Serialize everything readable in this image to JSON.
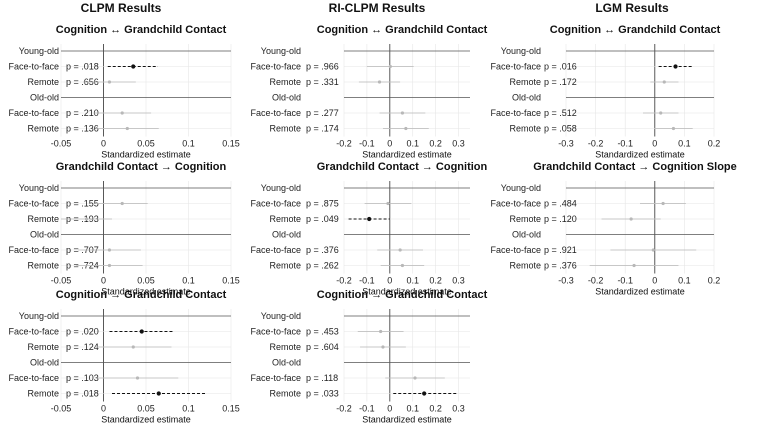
{
  "columns": [
    "CLPM Results",
    "RI-CLPM Results",
    "LGM Results"
  ],
  "chart_data": [
    {
      "type": "forest",
      "model": "CLPM",
      "title": "Cognition ↔ Grandchild Contact",
      "xlabel": "Standardized estimate",
      "xlim": [
        -0.05,
        0.15
      ],
      "ticks": [
        "-0.05",
        "0",
        "0.05",
        "0.1",
        "0.15"
      ],
      "rows": [
        {
          "group": "Young-old"
        },
        {
          "label": "Face-to-face",
          "p": "p = .018",
          "est": 0.035,
          "lo": 0.005,
          "hi": 0.064,
          "sig": true
        },
        {
          "label": "Remote",
          "p": "p = .656",
          "est": 0.007,
          "lo": -0.024,
          "hi": 0.038,
          "sig": false
        },
        {
          "group": "Old-old"
        },
        {
          "label": "Face-to-face",
          "p": "p = .210",
          "est": 0.022,
          "lo": -0.012,
          "hi": 0.056,
          "sig": false
        },
        {
          "label": "Remote",
          "p": "p = .136",
          "est": 0.028,
          "lo": -0.009,
          "hi": 0.065,
          "sig": false
        }
      ]
    },
    {
      "type": "forest",
      "model": "RI-CLPM",
      "title": "Cognition ↔ Grandchild Contact",
      "xlabel": "Standardized estimate",
      "xlim": [
        -0.2,
        0.35
      ],
      "ticks": [
        "-0.2",
        "-0.1",
        "0",
        "0.1",
        "0.2",
        "0.3"
      ],
      "rows": [
        {
          "group": "Young-old"
        },
        {
          "label": "Face-to-face",
          "p": "p = .966",
          "est": 0.002,
          "lo": -0.1,
          "hi": 0.104,
          "sig": false
        },
        {
          "label": "Remote",
          "p": "p = .331",
          "est": -0.045,
          "lo": -0.135,
          "hi": 0.045,
          "sig": false
        },
        {
          "group": "Old-old"
        },
        {
          "label": "Face-to-face",
          "p": "p = .277",
          "est": 0.055,
          "lo": -0.045,
          "hi": 0.155,
          "sig": false
        },
        {
          "label": "Remote",
          "p": "p = .174",
          "est": 0.07,
          "lo": -0.03,
          "hi": 0.17,
          "sig": false
        }
      ]
    },
    {
      "type": "forest",
      "model": "LGM",
      "title": "Cognition ↔ Grandchild Contact",
      "xlabel": "Standardized estimate",
      "xlim": [
        -0.3,
        0.2
      ],
      "ticks": [
        "-0.3",
        "-0.2",
        "-0.1",
        "0",
        "0.1",
        "0.2"
      ],
      "rows": [
        {
          "group": "Young-old"
        },
        {
          "label": "Face-to-face",
          "p": "p = .016",
          "est": 0.07,
          "lo": 0.013,
          "hi": 0.127,
          "sig": true
        },
        {
          "label": "Remote",
          "p": "p = .172",
          "est": 0.032,
          "lo": -0.015,
          "hi": 0.08,
          "sig": false
        },
        {
          "group": "Old-old"
        },
        {
          "label": "Face-to-face",
          "p": "p = .512",
          "est": 0.02,
          "lo": -0.04,
          "hi": 0.08,
          "sig": false
        },
        {
          "label": "Remote",
          "p": "p = .058",
          "est": 0.063,
          "lo": -0.002,
          "hi": 0.128,
          "sig": false
        }
      ]
    },
    {
      "type": "forest",
      "model": "CLPM",
      "title": "Grandchild Contact → Cognition",
      "xlabel": "Standardized estimate",
      "xlim": [
        -0.05,
        0.15
      ],
      "ticks": [
        "-0.05",
        "0",
        "0.05",
        "0.1",
        "0.15"
      ],
      "rows": [
        {
          "group": "Young-old"
        },
        {
          "label": "Face-to-face",
          "p": "p = .155",
          "est": 0.022,
          "lo": -0.008,
          "hi": 0.052,
          "sig": false
        },
        {
          "label": "Remote",
          "p": "p = .193",
          "est": -0.02,
          "lo": -0.05,
          "hi": 0.01,
          "sig": false
        },
        {
          "group": "Old-old"
        },
        {
          "label": "Face-to-face",
          "p": "p = .707",
          "est": 0.007,
          "lo": -0.03,
          "hi": 0.044,
          "sig": false
        },
        {
          "label": "Remote",
          "p": "p = .724",
          "est": 0.007,
          "lo": -0.032,
          "hi": 0.046,
          "sig": false
        }
      ]
    },
    {
      "type": "forest",
      "model": "RI-CLPM",
      "title": "Grandchild Contact → Cognition",
      "xlabel": "Standardized estimate",
      "xlim": [
        -0.2,
        0.35
      ],
      "ticks": [
        "-0.2",
        "-0.1",
        "0",
        "0.1",
        "0.2",
        "0.3"
      ],
      "rows": [
        {
          "group": "Young-old"
        },
        {
          "label": "Face-to-face",
          "p": "p = .875",
          "est": -0.008,
          "lo": -0.11,
          "hi": 0.094,
          "sig": false
        },
        {
          "label": "Remote",
          "p": "p = .049",
          "est": -0.09,
          "lo": -0.18,
          "hi": 0.0,
          "sig": true
        },
        {
          "group": "Old-old"
        },
        {
          "label": "Face-to-face",
          "p": "p = .376",
          "est": 0.045,
          "lo": -0.055,
          "hi": 0.145,
          "sig": false
        },
        {
          "label": "Remote",
          "p": "p = .262",
          "est": 0.055,
          "lo": -0.04,
          "hi": 0.15,
          "sig": false
        }
      ]
    },
    {
      "type": "forest",
      "model": "LGM",
      "title": "Grandchild Contact → Cognition Slope",
      "xlabel": "Standardized estimate",
      "xlim": [
        -0.3,
        0.2
      ],
      "ticks": [
        "-0.3",
        "-0.2",
        "-0.1",
        "0",
        "0.1",
        "0.2"
      ],
      "rows": [
        {
          "group": "Young-old"
        },
        {
          "label": "Face-to-face",
          "p": "p = .484",
          "est": 0.028,
          "lo": -0.05,
          "hi": 0.105,
          "sig": false
        },
        {
          "label": "Remote",
          "p": "p = .120",
          "est": -0.08,
          "lo": -0.18,
          "hi": 0.02,
          "sig": false
        },
        {
          "group": "Old-old"
        },
        {
          "label": "Face-to-face",
          "p": "p = .921",
          "est": -0.005,
          "lo": -0.15,
          "hi": 0.14,
          "sig": false
        },
        {
          "label": "Remote",
          "p": "p = .376",
          "est": -0.07,
          "lo": -0.22,
          "hi": 0.08,
          "sig": false
        }
      ]
    },
    {
      "type": "forest",
      "model": "CLPM",
      "title": "Cognition → Grandchild Contact",
      "xlabel": "Standardized estimate",
      "xlim": [
        -0.05,
        0.15
      ],
      "ticks": [
        "-0.05",
        "0",
        "0.05",
        "0.1",
        "0.15"
      ],
      "rows": [
        {
          "group": "Young-old"
        },
        {
          "label": "Face-to-face",
          "p": "p = .020",
          "est": 0.045,
          "lo": 0.007,
          "hi": 0.083,
          "sig": true
        },
        {
          "label": "Remote",
          "p": "p = .124",
          "est": 0.035,
          "lo": -0.01,
          "hi": 0.08,
          "sig": false
        },
        {
          "group": "Old-old"
        },
        {
          "label": "Face-to-face",
          "p": "p = .103",
          "est": 0.04,
          "lo": -0.008,
          "hi": 0.088,
          "sig": false
        },
        {
          "label": "Remote",
          "p": "p = .018",
          "est": 0.065,
          "lo": 0.01,
          "hi": 0.12,
          "sig": true
        }
      ]
    },
    {
      "type": "forest",
      "model": "RI-CLPM",
      "title": "Cognition → Grandchild Contact",
      "xlabel": "Standardized estimate",
      "xlim": [
        -0.2,
        0.35
      ],
      "ticks": [
        "-0.2",
        "-0.1",
        "0",
        "0.1",
        "0.2",
        "0.3"
      ],
      "rows": [
        {
          "group": "Young-old"
        },
        {
          "label": "Face-to-face",
          "p": "p = .453",
          "est": -0.04,
          "lo": -0.14,
          "hi": 0.06,
          "sig": false
        },
        {
          "label": "Remote",
          "p": "p = .604",
          "est": -0.03,
          "lo": -0.13,
          "hi": 0.07,
          "sig": false
        },
        {
          "group": "Old-old"
        },
        {
          "label": "Face-to-face",
          "p": "p = .118",
          "est": 0.11,
          "lo": -0.02,
          "hi": 0.24,
          "sig": false
        },
        {
          "label": "Remote",
          "p": "p = .033",
          "est": 0.15,
          "lo": 0.015,
          "hi": 0.29,
          "sig": true
        }
      ]
    }
  ]
}
